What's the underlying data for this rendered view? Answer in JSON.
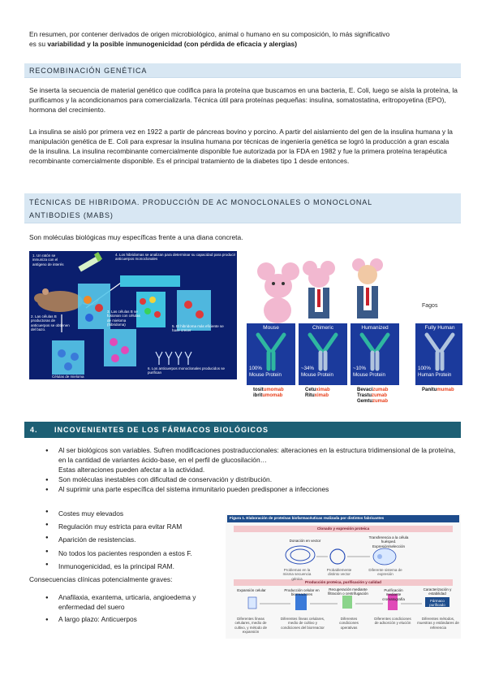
{
  "intro": {
    "line1": "En resumen, por contener derivados de origen microbiológico, animal o humano en su composición, lo más significativo",
    "line2_prefix": "es su ",
    "line2_bold": "variabilidad y la posible inmunogenicidad (con pérdida de eficacia y alergias)"
  },
  "sections": {
    "recombinacion": {
      "title": "RECOMBINACIÓN GENÉTICA",
      "p1": "Se inserta la secuencia de material genético que codifica para la proteína que buscamos en una bacteria, E. Coli, luego se aísla la proteína, la purificamos y la acondicionamos para comercializarla. Técnica útil para proteínas pequeñas: insulina, somatostatina, eritropoyetina (EPO), hormona del crecimiento.",
      "p2": "La insulina se aisló por primera vez en 1922 a partir de páncreas bovino y porcino. A partir del aislamiento del gen de la insulina humana y la manipulación genética de E. Coli para expresar la insulina humana por técnicas de ingeniería genética se logró la producción a gran escala de la insulina. La insulina recombinante comercialmente disponible fue autorizada por la FDA en 1982 y fue la primera proteína terapéutica recombinante comercialmente disponible. Es el principal tratamiento de la diabetes tipo 1 desde entonces."
    },
    "hibridoma": {
      "title_line1": "TÉCNICAS DE HIBRIDOMA. PRODUCCIÓN DE AC MONOCLONALES O MONOCLONAL",
      "title_line2": "ANTIBODIES (MABS)",
      "p1": "Son moléculas biológicas muy específicas frente a una diana concreta."
    },
    "inconvenientes": {
      "number": "4.",
      "title": "INCOVENIENTES DE LOS FÁRMACOS BIOLÓGICOS",
      "bullets_top": [
        "Al ser biológicos son variables. Sufren modificaciones postraduccionales: alteraciones en la estructura tridimensional de la proteína, en la cantidad de variantes ácido-base, en el perfil de glucosilación…",
        "Son moléculas inestables con dificultad de conservación y distribución.",
        "Al suprimir una parte específica del sistema inmunitario pueden predisponer a infecciones",
        "Costes muy elevados",
        "Regulación muy estricta para evitar RAM",
        "Aparición de resistencias.",
        "No todos los pacientes responden a estos F.",
        "Inmunogenicidad, es la principal RAM."
      ],
      "bullet1_continuation": "Estas alteraciones pueden afectar a la actividad.",
      "consecuencias_label": "Consecuencias clínicas potencialmente graves:",
      "bullets_bottom": [
        "Anafilaxia, exantema, urticaria, angioedema y enfermedad del suero",
        "A largo plazo: Anticuerpos"
      ]
    }
  },
  "figure_hybridoma": {
    "step1": "1. Un ratón se inmuniza con el antígeno de interés",
    "step2": "2. Las células B productoras de anticuerpos se obtienen del bazo.",
    "step3": "3. Las células B se fusionan con células de mieloma (hibridoma)",
    "step4": "4. Los hibridomas se analizan para determinar su capacidad para producir anticuerpos monoclonales",
    "step5": "5. El hibridoma más eficiente se hace crecer",
    "step6": "6. Los anticuerpos monoclonales producidos se purifican",
    "myeloma": "Células de mieloma"
  },
  "figure_mab": {
    "fagos": "Fagos",
    "panels": [
      {
        "name": "Mouse",
        "pct": "100%",
        "protein": "Mouse Protein",
        "drugs": [
          "tositumomab",
          "ibritumomab"
        ],
        "stem": [
          "tosit",
          "ibrit"
        ],
        "suffix": "umomab"
      },
      {
        "name": "Chimeric",
        "pct": "~34%",
        "protein": "Mouse Protein",
        "drugs": [
          "Cetuximab",
          "Rituximab"
        ],
        "stem": [
          "Cetu",
          "Ritu"
        ],
        "suffix": "ximab"
      },
      {
        "name": "Humanized",
        "pct": "~10%",
        "protein": "Mouse Protein",
        "drugs": [
          "Bevacizumab",
          "Trastuzumab",
          "Gemtuzumab"
        ],
        "stem": [
          "Bevaci",
          "Trastu",
          "Gemtu"
        ],
        "suffix": "zumab"
      },
      {
        "name": "Fully Human",
        "pct": "100%",
        "protein": "Human Protein",
        "drugs": [
          "Panitumumab"
        ],
        "stem": [
          "Panitu"
        ],
        "suffix": "mumab"
      }
    ],
    "colors": {
      "panel": "#1b3a9c",
      "suffix": "#e8401c",
      "mouse_arm": "#2fb7a0",
      "human_arm": "#b0c4de"
    }
  },
  "figure_bio": {
    "caption": "Figura 1. Elaboración de proteínas biofarmacéuticas realizada por distintos fabricantes",
    "band1": "Clonado y expresión proteica",
    "band2": "Producción proteica, purificación y calidad",
    "top_labels": [
      "Donación en vector",
      "Transferencia a la célula huésped. Expresión/selección"
    ],
    "top_sub": [
      "Problemas en la misma secuencia génica",
      "Probablemente distinto vector",
      "Diferente sistema de expresión"
    ],
    "mid_labels": [
      "Expansión celular",
      "Producción celular en biorreactores",
      "Recuperación mediante filtración o centrifugación",
      "Purificación mediante cromatografía",
      "Caracterización y estabilidad"
    ],
    "final_label": "Fármaco purificado",
    "bottom_labels": [
      "Diferentes líneas celulares, medio de cultivo, y método de expansión",
      "Diferentes líneas celulares, medio de cultivo y condiciones del biorreactor",
      "Diferentes condiciones operativas",
      "Diferentes condiciones de adsorción y elución",
      "Diferentes métodos, muestras y estándares de referencia"
    ]
  }
}
